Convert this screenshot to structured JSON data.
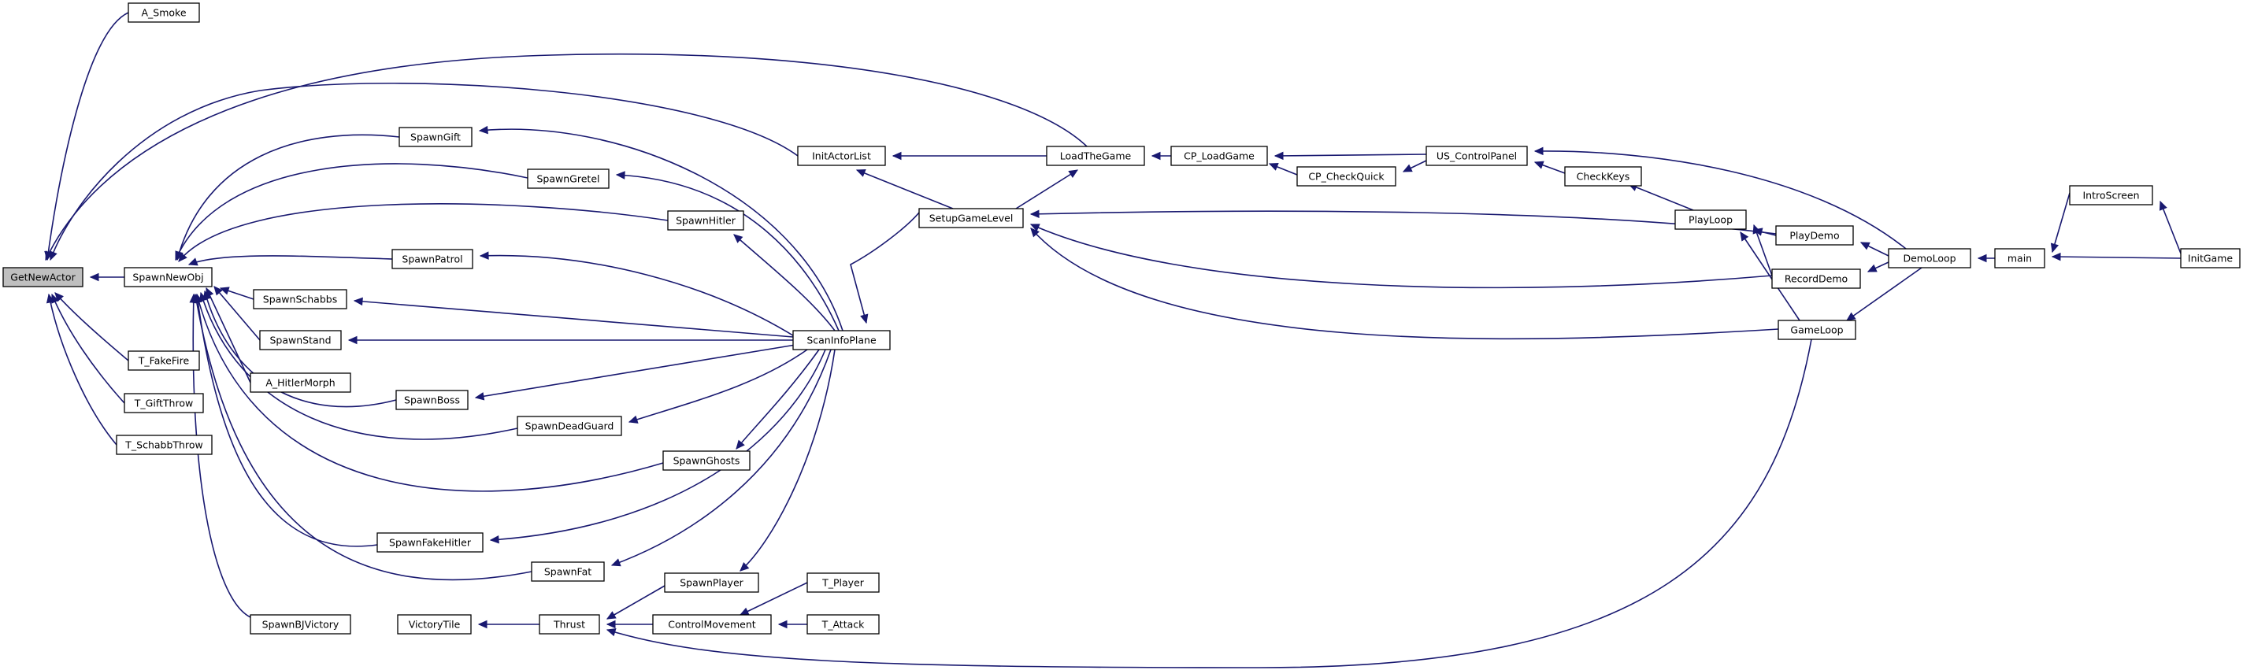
{
  "graph": {
    "colors": {
      "edge": "#191970",
      "node_border": "#000000",
      "node_fill": "#ffffff",
      "highlight_fill": "#bfbfbf"
    },
    "nodes": {
      "GetNewActor": "GetNewActor",
      "A_Smoke": "A_Smoke",
      "SpawnNewObj": "SpawnNewObj",
      "T_FakeFire": "T_FakeFire",
      "T_GiftThrow": "T_GiftThrow",
      "T_SchabbThrow": "T_SchabbThrow",
      "SpawnGift": "SpawnGift",
      "SpawnGretel": "SpawnGretel",
      "SpawnHitler": "SpawnHitler",
      "SpawnPatrol": "SpawnPatrol",
      "SpawnSchabbs": "SpawnSchabbs",
      "SpawnStand": "SpawnStand",
      "A_HitlerMorph": "A_HitlerMorph",
      "SpawnBoss": "SpawnBoss",
      "SpawnDeadGuard": "SpawnDeadGuard",
      "SpawnGhosts": "SpawnGhosts",
      "SpawnFakeHitler": "SpawnFakeHitler",
      "SpawnFat": "SpawnFat",
      "SpawnPlayer": "SpawnPlayer",
      "SpawnBJVictory": "SpawnBJVictory",
      "VictoryTile": "VictoryTile",
      "Thrust": "Thrust",
      "ControlMovement": "ControlMovement",
      "T_Player": "T_Player",
      "T_Attack": "T_Attack",
      "InitActorList": "InitActorList",
      "ScanInfoPlane": "ScanInfoPlane",
      "SetupGameLevel": "SetupGameLevel",
      "LoadTheGame": "LoadTheGame",
      "CP_LoadGame": "CP_LoadGame",
      "CP_CheckQuick": "CP_CheckQuick",
      "US_ControlPanel": "US_ControlPanel",
      "CheckKeys": "CheckKeys",
      "PlayLoop": "PlayLoop",
      "PlayDemo": "PlayDemo",
      "RecordDemo": "RecordDemo",
      "GameLoop": "GameLoop",
      "DemoLoop": "DemoLoop",
      "main": "main",
      "IntroScreen": "IntroScreen",
      "InitGame": "InitGame"
    },
    "highlighted": "GetNewActor"
  }
}
